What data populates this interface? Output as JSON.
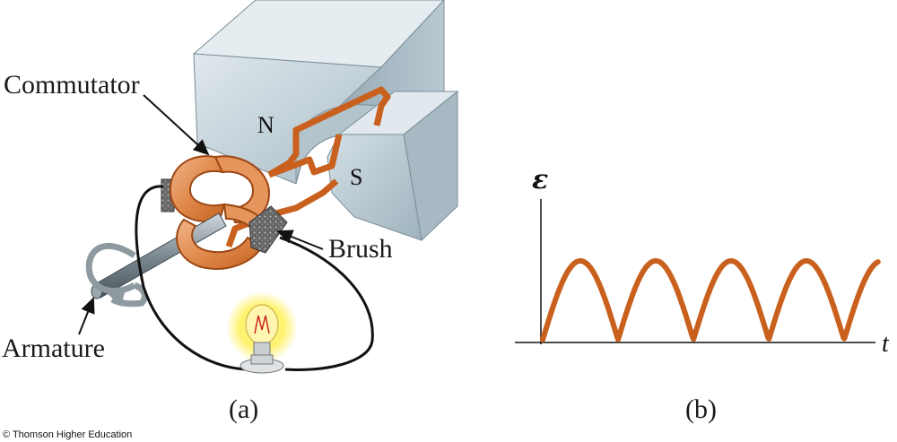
{
  "panel_a": {
    "caption": "(a)",
    "labels": {
      "commutator": "Commutator",
      "brush": "Brush",
      "armature": "Armature",
      "north_pole": "N",
      "south_pole": "S"
    }
  },
  "panel_b": {
    "caption": "(b)",
    "y_axis_symbol": "ε",
    "x_axis_symbol": "t",
    "curve": {
      "type": "line",
      "shape": "rectified sine (|sin|)",
      "half_cycles": 4.45,
      "amplitude": 1
    }
  },
  "copyright": "© Thomson Higher Education",
  "colors": {
    "copper": "#c9601d",
    "copper_light": "#e8a070",
    "magnet_face": "#c5d4dc",
    "magnet_side": "#9fb2bd",
    "wire": "#111111",
    "bulb_glow": "#fff26a"
  }
}
